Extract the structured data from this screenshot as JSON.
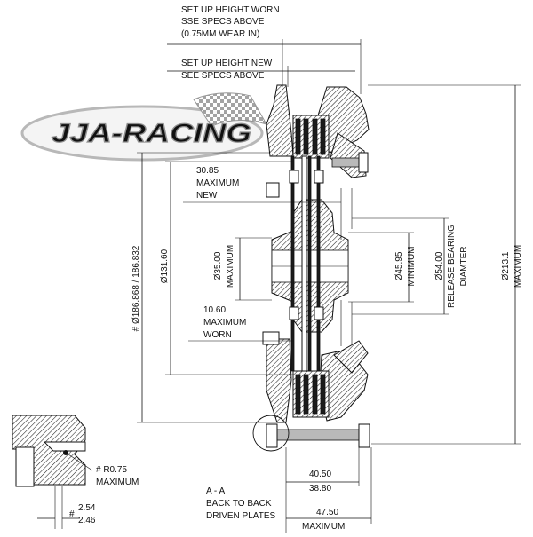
{
  "logo": {
    "text": "JJA-RACING"
  },
  "callouts": {
    "setup_worn": [
      "SET UP HEIGHT WORN",
      "SSE SPECS ABOVE",
      "(0.75MM WEAR  IN)"
    ],
    "setup_new": [
      "SET UP HEIGHT NEW",
      "SEE SPECS ABOVE"
    ],
    "max_new": [
      "30.85",
      "MAXIMUM",
      "NEW"
    ],
    "max_worn": [
      "10.60",
      "MAXIMUM",
      "WORN"
    ],
    "section": [
      "A - A",
      "BACK TO BACK",
      "DRIVEN PLATES"
    ],
    "radius": [
      "# R0.75",
      "MAXIMUM"
    ],
    "tolerance": [
      "#",
      "2.54",
      "2.46"
    ]
  },
  "dimensions": {
    "outer_diameter": "# Ø186.868 / 186.832",
    "d131": "Ø131.60",
    "d35": [
      "Ø35.00",
      "MAXIMUM"
    ],
    "d45": [
      "Ø45.95",
      "MINIMUM"
    ],
    "d54": [
      "Ø54.00",
      "RELEASE BEARING",
      "DIAMTER"
    ],
    "d213": [
      "Ø213.1",
      "MAXIMUM"
    ],
    "w40": "40.50",
    "w38": "38.80",
    "w47": [
      "47.50",
      "MAXIMUM"
    ]
  }
}
